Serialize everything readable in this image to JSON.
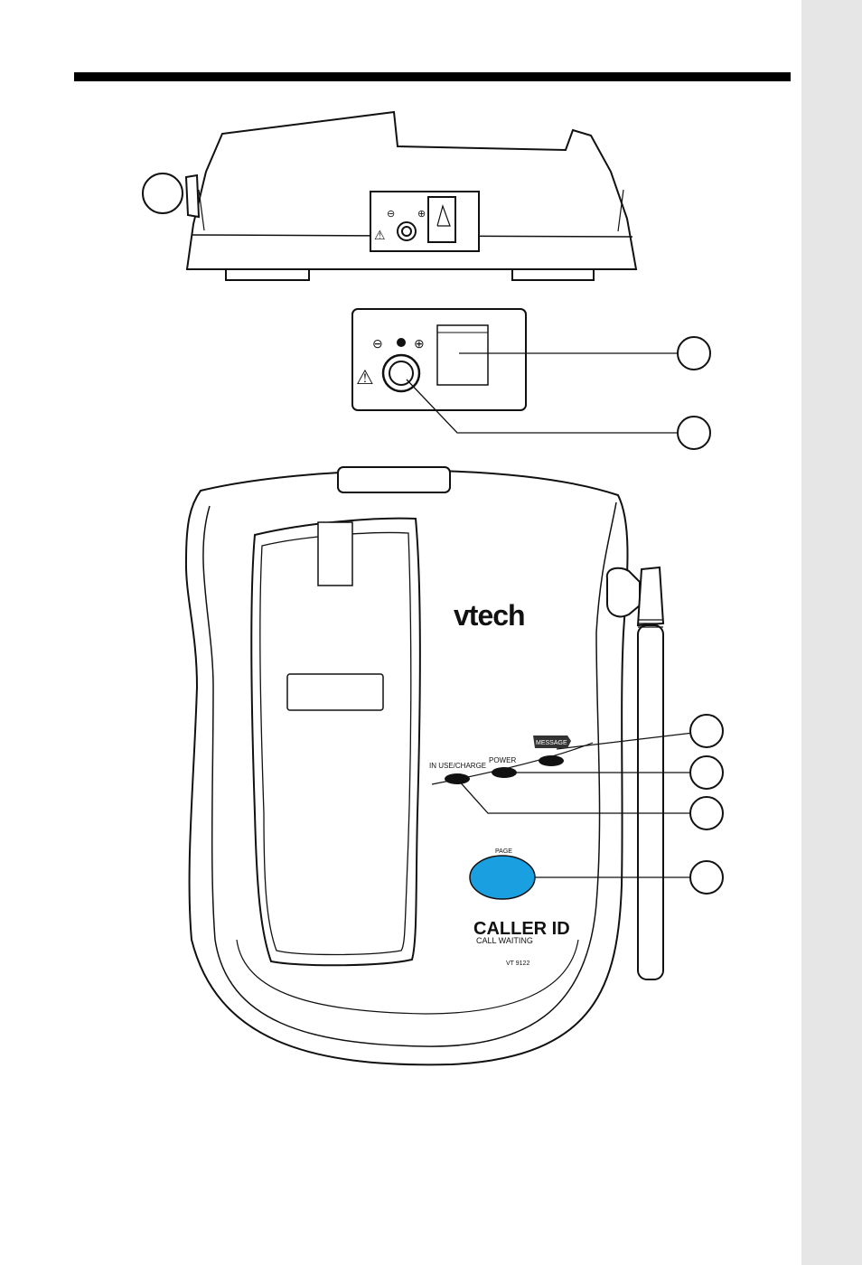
{
  "colors": {
    "sidebar": "#e6e6e6",
    "rule": "#000000",
    "page_button": "#1a9fe0",
    "led": "#111111",
    "outline": "#111111"
  },
  "base": {
    "brand": "vtech",
    "model_line_1": "CALLER ID",
    "model_line_2": "CALL WAITING",
    "model_number": "VT 9122",
    "labels": {
      "in_use_charge": "IN USE/CHARGE",
      "power": "POWER",
      "message": "MESSAGE",
      "page": "PAGE"
    }
  },
  "connector": {
    "dc_polarity_minus": "⊖",
    "dc_polarity_plus": "⊕",
    "warning_symbol": "⚠"
  }
}
